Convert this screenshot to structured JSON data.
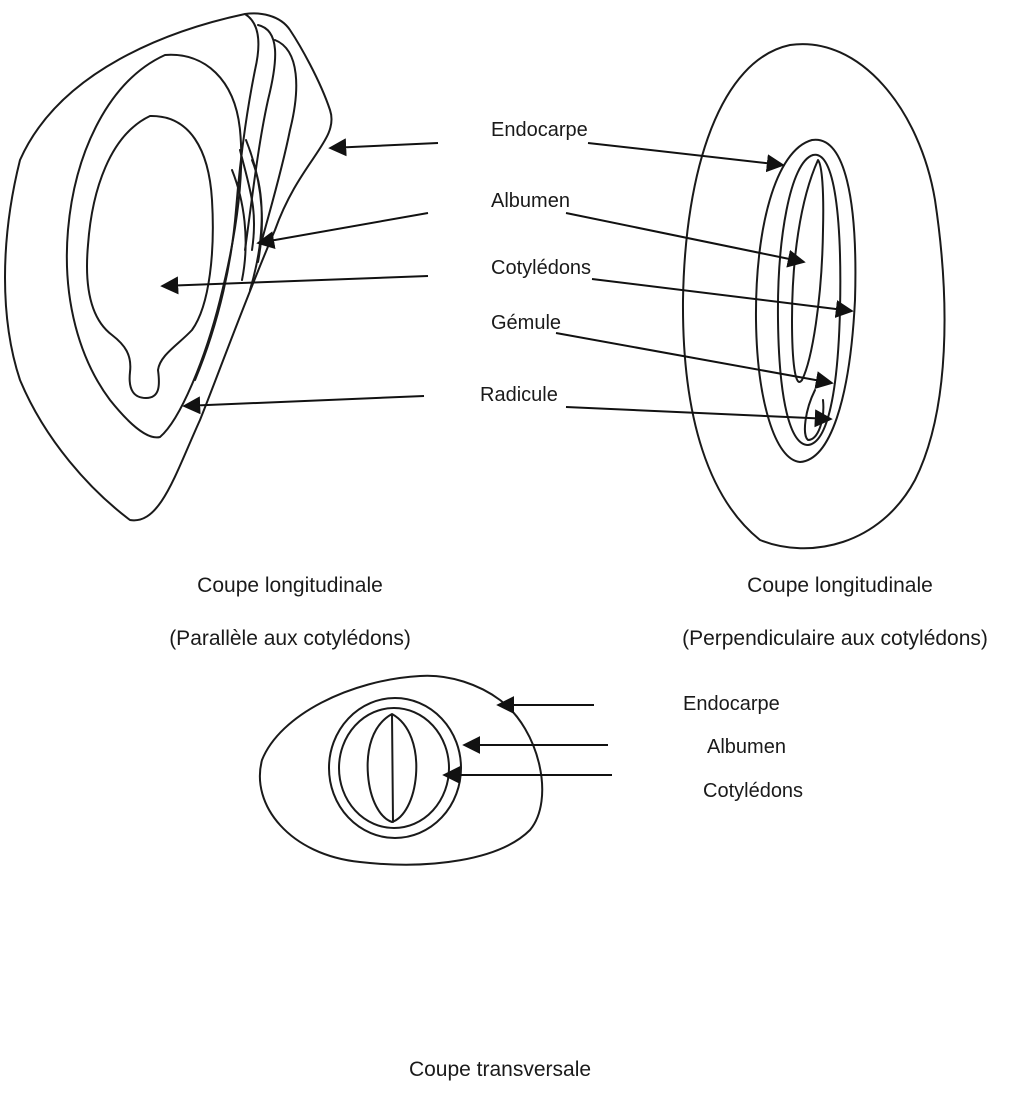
{
  "figure_left": {
    "caption_line1": "Coupe longitudinale",
    "caption_line2": "(Parallèle aux cotylédons)"
  },
  "figure_right": {
    "labels": [
      "Endocarpe",
      "Albumen",
      "Cotylédons",
      "Gémule",
      "Radicule"
    ],
    "caption_line1": "Coupe longitudinale",
    "caption_line2": "(Perpendiculaire aux cotylédons)"
  },
  "figure_bottom": {
    "labels": [
      "Endocarpe",
      "Albumen",
      "Cotylédons"
    ],
    "caption": "Coupe transversale"
  }
}
